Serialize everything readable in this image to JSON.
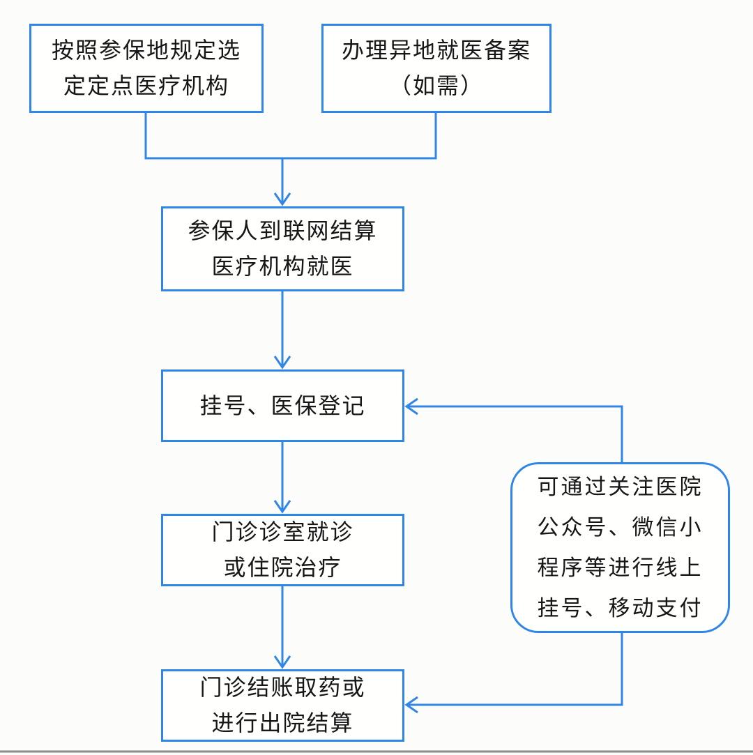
{
  "diagram": {
    "type": "flowchart",
    "language": "zh-CN",
    "colors": {
      "accent": "#2f86e6",
      "text": "#161616",
      "background": "#fcfcfa",
      "bottom_border": "#8d8d8d"
    },
    "nodes": {
      "select_provider": {
        "shape": "rect",
        "lines": [
          "按照参保地规定选",
          "定定点医疗机构"
        ]
      },
      "remote_filing": {
        "shape": "rect",
        "lines": [
          "办理异地就医备案",
          "（如需）"
        ]
      },
      "visit_networked": {
        "shape": "rect",
        "lines": [
          "参保人到联网结算",
          "医疗机构就医"
        ]
      },
      "register": {
        "shape": "rect",
        "lines": [
          "挂号、医保登记"
        ]
      },
      "clinic_or_inpatient": {
        "shape": "rect",
        "lines": [
          "门诊诊室就诊",
          "或住院治疗"
        ]
      },
      "settle": {
        "shape": "rect",
        "lines": [
          "门诊结账取药或",
          "进行出院结算"
        ]
      },
      "online_tip": {
        "shape": "rounded-rect",
        "lines": [
          "可通过关注医院",
          "公众号、微信小",
          "程序等进行线上",
          "挂号、移动支付"
        ]
      }
    },
    "edges": [
      {
        "from": "select_provider",
        "to": "visit_networked",
        "style": "merge-then-arrow"
      },
      {
        "from": "remote_filing",
        "to": "visit_networked",
        "style": "merge-then-arrow"
      },
      {
        "from": "visit_networked",
        "to": "register",
        "style": "arrow-down"
      },
      {
        "from": "register",
        "to": "clinic_or_inpatient",
        "style": "arrow-down"
      },
      {
        "from": "clinic_or_inpatient",
        "to": "settle",
        "style": "arrow-down"
      },
      {
        "from": "online_tip",
        "to": "register",
        "style": "arrow-left"
      },
      {
        "from": "online_tip",
        "to": "settle",
        "style": "arrow-left"
      }
    ]
  }
}
